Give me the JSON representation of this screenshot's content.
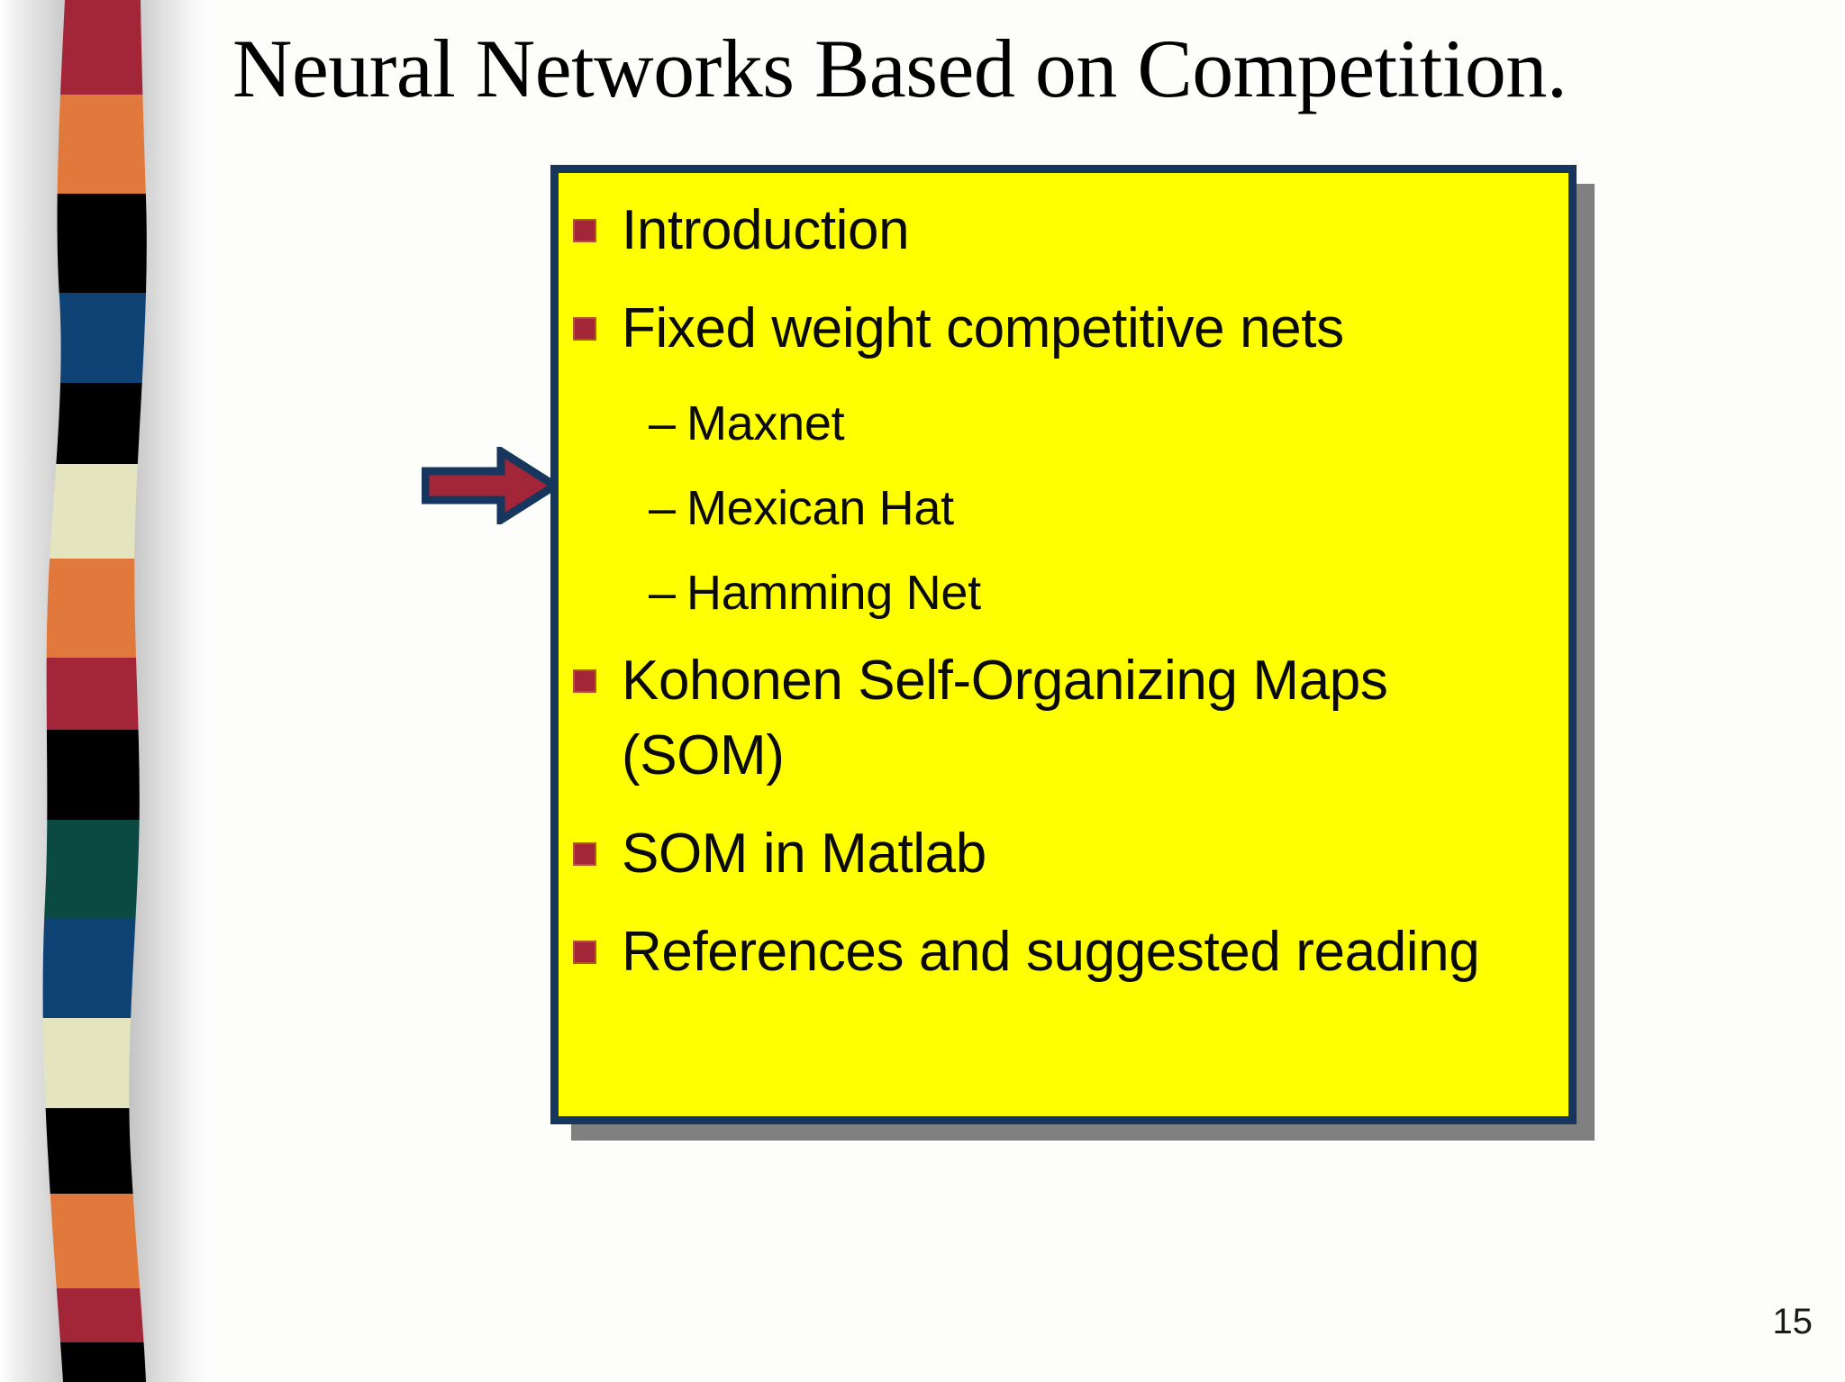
{
  "slide": {
    "title": "Neural Networks Based on Competition.",
    "page_number": "15"
  },
  "colors": {
    "box_fill": "#ffff00",
    "box_border": "#17365D",
    "box_shadow": "#808080",
    "bullet_square": "#A32638",
    "arrow_fill": "#A32638",
    "arrow_outline": "#17365D",
    "background": "#fdfdfb",
    "title_text": "#000000",
    "body_text": "#0a0a0a"
  },
  "ribbon": {
    "name": "decorative-striped-ribbon",
    "bands": [
      {
        "color": "#A32638",
        "label": "crimson"
      },
      {
        "color": "#E1783C",
        "label": "orange"
      },
      {
        "color": "#000000",
        "label": "black"
      },
      {
        "color": "#0E4174",
        "label": "blue"
      },
      {
        "color": "#000000",
        "label": "black"
      },
      {
        "color": "#E4E4BE",
        "label": "cream"
      },
      {
        "color": "#E1783C",
        "label": "orange"
      },
      {
        "color": "#A32638",
        "label": "crimson"
      },
      {
        "color": "#000000",
        "label": "black"
      },
      {
        "color": "#0B4A42",
        "label": "teal"
      },
      {
        "color": "#0E4174",
        "label": "blue"
      },
      {
        "color": "#E4E4BE",
        "label": "cream"
      },
      {
        "color": "#000000",
        "label": "black"
      },
      {
        "color": "#E1783C",
        "label": "orange"
      },
      {
        "color": "#A32638",
        "label": "crimson"
      },
      {
        "color": "#000000",
        "label": "black"
      },
      {
        "color": "#0B4A42",
        "label": "teal"
      },
      {
        "color": "#A32638",
        "label": "crimson"
      },
      {
        "color": "#E4E4BE",
        "label": "cream"
      },
      {
        "color": "#000000",
        "label": "black"
      },
      {
        "color": "#0E4174",
        "label": "blue"
      },
      {
        "color": "#000000",
        "label": "black"
      }
    ]
  },
  "arrow": {
    "name": "pointer-arrow",
    "direction": "right",
    "points_at": "Mexican Hat"
  },
  "outline": {
    "items": [
      {
        "level": 1,
        "text": "Introduction"
      },
      {
        "level": 1,
        "text": "Fixed weight competitive nets"
      },
      {
        "level": 2,
        "marker": "–",
        "text": "Maxnet"
      },
      {
        "level": 2,
        "marker": "–",
        "text": "Mexican Hat"
      },
      {
        "level": 2,
        "marker": "–",
        "text": "Hamming Net"
      },
      {
        "level": 1,
        "text": "Kohonen Self-Organizing Maps (SOM)"
      },
      {
        "level": 1,
        "text": "SOM in Matlab"
      },
      {
        "level": 1,
        "text": "References and suggested reading"
      }
    ]
  }
}
